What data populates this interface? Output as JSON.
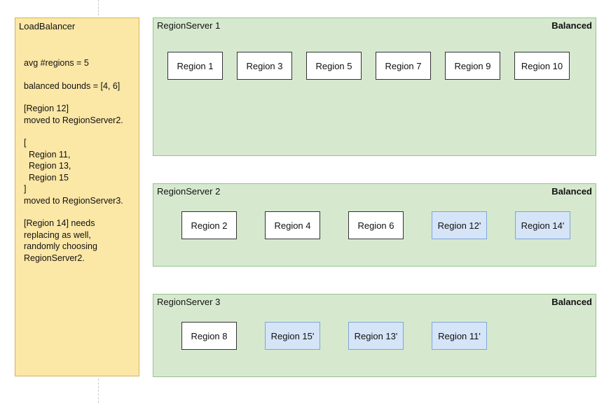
{
  "load_balancer": {
    "title": "LoadBalancer",
    "notes": [
      [
        "avg #regions = 5"
      ],
      [
        "balanced bounds = [4, 6]"
      ],
      [
        "[Region 12]",
        "moved to RegionServer2."
      ],
      [
        "[",
        "  Region 11,",
        "  Region 13,",
        "  Region 15",
        "]",
        "moved to RegionServer3."
      ],
      [
        "[Region 14] needs",
        "replacing as well,",
        "randomly choosing",
        "RegionServer2."
      ]
    ]
  },
  "servers": [
    {
      "name": "RegionServer 1",
      "status": "Balanced",
      "regions": [
        {
          "label": "Region 1",
          "moved": false
        },
        {
          "label": "Region 3",
          "moved": false
        },
        {
          "label": "Region 5",
          "moved": false
        },
        {
          "label": "Region 7",
          "moved": false
        },
        {
          "label": "Region 9",
          "moved": false
        },
        {
          "label": "Region 10",
          "moved": false
        }
      ]
    },
    {
      "name": "RegionServer 2",
      "status": "Balanced",
      "regions": [
        {
          "label": "Region 2",
          "moved": false
        },
        {
          "label": "Region 4",
          "moved": false
        },
        {
          "label": "Region 6",
          "moved": false
        },
        {
          "label": "Region 12'",
          "moved": true
        },
        {
          "label": "Region 14'",
          "moved": true
        }
      ]
    },
    {
      "name": "RegionServer 3",
      "status": "Balanced",
      "regions": [
        {
          "label": "Region 8",
          "moved": false
        },
        {
          "label": "Region 15'",
          "moved": true
        },
        {
          "label": "Region 13'",
          "moved": true
        },
        {
          "label": "Region 11'",
          "moved": true
        }
      ]
    }
  ]
}
